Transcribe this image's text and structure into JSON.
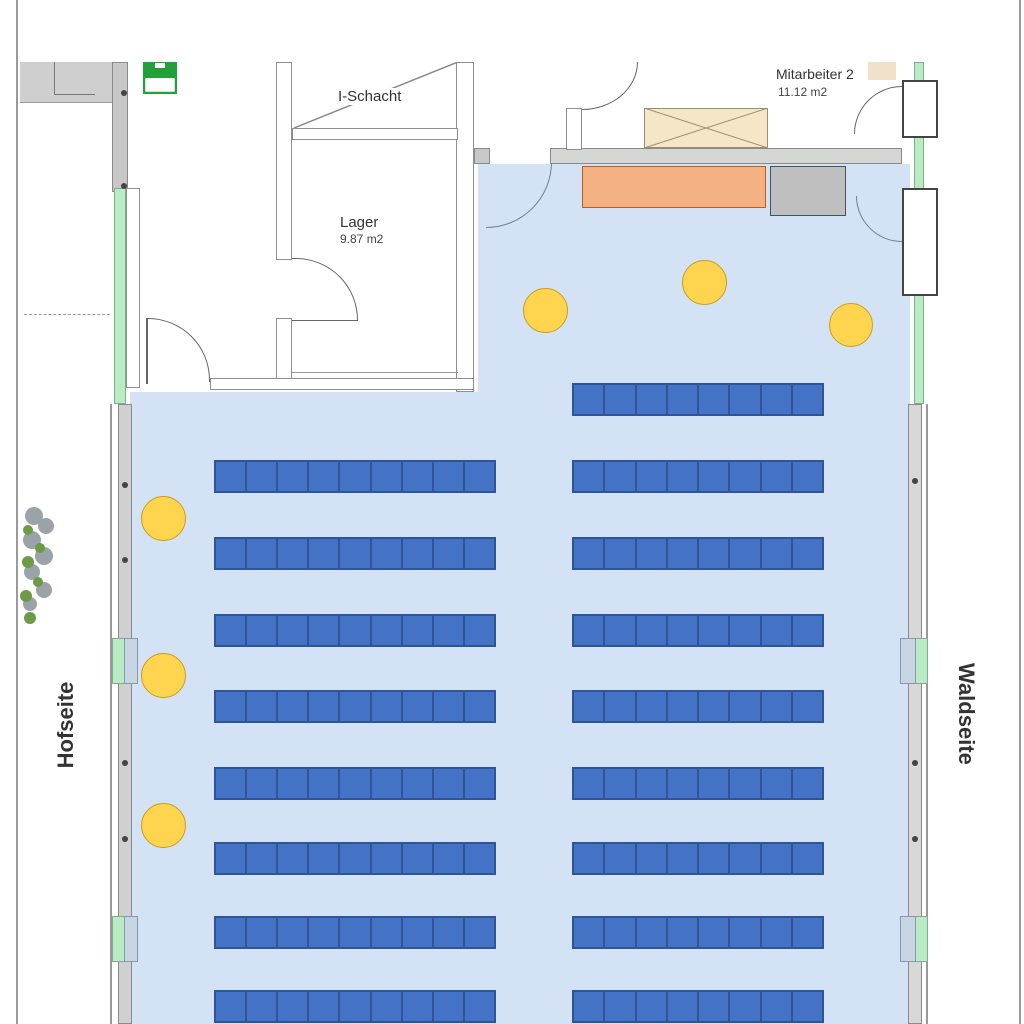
{
  "plan": {
    "rooms": [
      {
        "name": "I-Schacht",
        "area": ""
      },
      {
        "name": "Lager",
        "area": "9.87 m2"
      },
      {
        "name": "Mitarbeiter 2",
        "area": "11.12 m2"
      }
    ],
    "side_labels": {
      "left": "Hofseite",
      "right": "Waldseite"
    },
    "icons": [
      "emergency-exit-icon",
      "tree-icon"
    ],
    "colors": {
      "floor": "#d3e3f5",
      "chairs": "#4472c4",
      "lamps": "#ffd44f",
      "stage_table": "#f4b183",
      "cabinet": "#bfbfbf",
      "crate": "#f5e6c8",
      "windows": "#b9ecc4",
      "exit_sign": "#22a03a"
    },
    "seating": {
      "left_block": {
        "rows": 8,
        "chairs_per_row": 9
      },
      "right_block": {
        "rows": 9,
        "chairs_per_row": 8
      }
    },
    "lamps_count": 6
  }
}
